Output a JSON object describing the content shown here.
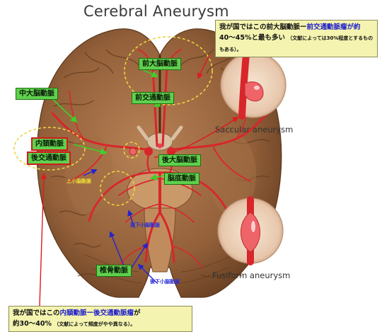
{
  "title": "Cerebral Aneurysm",
  "captions": {
    "saccular": "Saccular aneurysm",
    "fusiform": "Fusiform aneurysm"
  },
  "labels": {
    "anterior_cerebral": "前大脳動脈",
    "middle_cerebral": "中大脳動脈",
    "anterior_communicating": "前交通動脈",
    "internal_carotid": "内頚動脈",
    "posterior_communicating": "後交通動脈",
    "posterior_cerebral": "後大脳動脈",
    "basilar": "脳底動脈",
    "vertebral": "椎骨動脈",
    "superior_cerebellar": "上小脳動脈",
    "anterior_inferior_cerebellar": "前下小脳動脈",
    "posterior_inferior_cerebellar": "後下小脳動脈"
  },
  "notes": {
    "top": {
      "part1": "我が国ではこの前大脳動脈ー",
      "highlight": "前交通動脈瘤が約",
      "part2": "40～45%と最も多い",
      "small": "（文献によっては30%程度とするものもある）。"
    },
    "bottom": {
      "part1": "我が国ではこの",
      "highlight": "内頚動脈ー後交通動脈瘤",
      "part2": "が",
      "part3": "約30～40%",
      "small": "（文献によって頻度がやや異なる）。"
    }
  },
  "colors": {
    "brain": "#9c6a3f",
    "brain_dark": "#6e4526",
    "artery": "#d8262b",
    "label_bg": "#5fd14d",
    "note_bg": "#f4f4b0",
    "arrow_red": "#e0191f",
    "arrow_green": "#3fcf2a",
    "arrow_blue": "#2424cc",
    "dashed_circle": "#e8d640"
  }
}
